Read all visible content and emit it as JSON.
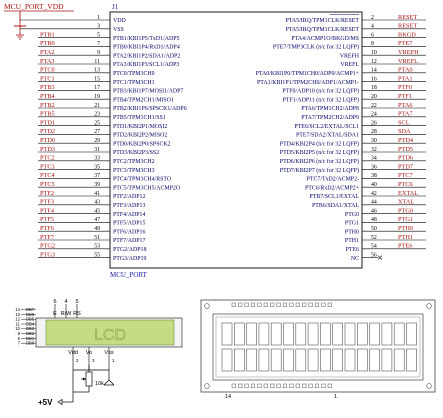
{
  "net_label_vdd": "MCU_PORT_VDD",
  "chip": {
    "ref": "J1",
    "name": "MCU_PORT",
    "left_pins": [
      {
        "net": "",
        "num": "1",
        "fn": "VDD"
      },
      {
        "net": "",
        "num": "3",
        "fn": "VSS"
      },
      {
        "net": "PTB1",
        "num": "5",
        "fn": "PTB1/KBI1P5/TxD1/ADP5"
      },
      {
        "net": "PTB0",
        "num": "7",
        "fn": "PTB0/KBI1P4/RxD1/ADP4"
      },
      {
        "net": "PTA2",
        "num": "9",
        "fn": "PTA2/KBI1P2/SDA1/ADP2"
      },
      {
        "net": "PTA3",
        "num": "11",
        "fn": "PTA3/KBI1P3/SCL1/ADP3"
      },
      {
        "net": "PTC0",
        "num": "13",
        "fn": "PTC0/TPM3CH0"
      },
      {
        "net": "PTC1",
        "num": "15",
        "fn": "PTC1/TPM3CH1"
      },
      {
        "net": "PTB3",
        "num": "17",
        "fn": "PTB3/KBI1P7/MOSI1/ADP7"
      },
      {
        "net": "PTB4",
        "num": "19",
        "fn": "PTB4/TPM2CH1/MISO1"
      },
      {
        "net": "PTB2",
        "num": "21",
        "fn": "PTB2/KBI1P6/SPSCK1/ADP6"
      },
      {
        "net": "PTB5",
        "num": "23",
        "fn": "PTB5/TPM1CH1/SS1"
      },
      {
        "net": "PTD1",
        "num": "25",
        "fn": "PTD1/KBI2P1/MOSI2"
      },
      {
        "net": "PTD2",
        "num": "27",
        "fn": "PTD2/KBI2P2/MISO2"
      },
      {
        "net": "PTD0",
        "num": "29",
        "fn": "PTD0/KBI2P0/SPSCK2"
      },
      {
        "net": "PTD3",
        "num": "31",
        "fn": "PTD3/KBI2P3/SS2"
      },
      {
        "net": "PTC2",
        "num": "33",
        "fn": "PTC2/TPM3CH2"
      },
      {
        "net": "PTC3",
        "num": "35",
        "fn": "PTC3/TPM3CH3"
      },
      {
        "net": "PTC4",
        "num": "37",
        "fn": "PTC4/TPM3CH4/RSTO"
      },
      {
        "net": "PTC5",
        "num": "39",
        "fn": "PTC5/TPM3CH5/ACMP2O"
      },
      {
        "net": "PTF2",
        "num": "41",
        "fn": "PTF2/ADP12"
      },
      {
        "net": "PTF3",
        "num": "43",
        "fn": "PTF3/ADP13"
      },
      {
        "net": "PTF4",
        "num": "45",
        "fn": "PTF4/ADP14"
      },
      {
        "net": "PTF5",
        "num": "47",
        "fn": "PTF5/ADP15"
      },
      {
        "net": "PTF6",
        "num": "49",
        "fn": "PTF6/ADP16"
      },
      {
        "net": "PTF7",
        "num": "51",
        "fn": "PTF7/ADP17"
      },
      {
        "net": "PTG2",
        "num": "53",
        "fn": "PTG2/ADP18"
      },
      {
        "net": "PTG3",
        "num": "55",
        "fn": "PTG3/ADP19"
      }
    ],
    "right_pins": [
      {
        "fn": "PTA5/IRQ/TPM1CLK/RESET",
        "num": "2",
        "net": "RESET"
      },
      {
        "fn": "PTA5/IRQ/TPM1CLK/RESET",
        "num": "4",
        "net": "RESET"
      },
      {
        "fn": "PTA4/ACMP1O/BKGD/MS",
        "num": "6",
        "net": "BKGD"
      },
      {
        "fn": "PTE7/TMP3CLK (n/c for 32 LQFP)",
        "num": "8",
        "net": "PTE7"
      },
      {
        "fn": "VREFH",
        "num": "10",
        "net": "VREFH"
      },
      {
        "fn": "VREFL",
        "num": "12",
        "net": "VREFL"
      },
      {
        "fn": "PTA0/KBI1P0/TPM1CH0/ADP0/ACMP1+",
        "num": "14",
        "net": "PTA0"
      },
      {
        "fn": "PTA1/KBI1P1/TPM2CH0/ADP1/ACMP1-",
        "num": "16",
        "net": "PTA1"
      },
      {
        "fn": "PTF0/ADP10 (n/c for 32 LQFP)",
        "num": "18",
        "net": "PTF0"
      },
      {
        "fn": "PTF1/ADP11 (n/c for 32 LQFP)",
        "num": "20",
        "net": "PTF1"
      },
      {
        "fn": "PTA6/TPM1CH2/ADP8",
        "num": "22",
        "net": "PTA6"
      },
      {
        "fn": "PTA7/TPM2CH2/ADP9",
        "num": "24",
        "net": "PTA7"
      },
      {
        "fn": "PTE6/SCL2/EXTAL/SCL1",
        "num": "26",
        "net": "SCL"
      },
      {
        "fn": "PTE7/SDA2/XTAL/SDA1",
        "num": "28",
        "net": "SDA"
      },
      {
        "fn": "PTD4/KBI2P4 (n/c for 32 LQFP)",
        "num": "30",
        "net": "PTD4"
      },
      {
        "fn": "PTD5/KBI2P5 (n/c for 32 LQFP)",
        "num": "32",
        "net": "PTD5"
      },
      {
        "fn": "PTD6/KBI2P6 (n/c for 32 LQFP)",
        "num": "34",
        "net": "PTD6"
      },
      {
        "fn": "PTD7/KBI2P7 (n/c for 32 LQFP)",
        "num": "36",
        "net": "PTD7"
      },
      {
        "fn": "PTC7/TxD2/ACMP2-",
        "num": "38",
        "net": "PTC7"
      },
      {
        "fn": "PTC6/RxD2/ACMP2+",
        "num": "40",
        "net": "PTC6"
      },
      {
        "fn": "PTB7/SCL1/EXTAL",
        "num": "42",
        "net": "EXTAL"
      },
      {
        "fn": "PTB6/SDA1/XTAL",
        "num": "44",
        "net": "XTAL"
      },
      {
        "fn": "PTG0",
        "num": "46",
        "net": "PTG0"
      },
      {
        "fn": "PTG1",
        "num": "48",
        "net": "PTG1"
      },
      {
        "fn": "PTH0",
        "num": "50",
        "net": "PTH0"
      },
      {
        "fn": "PTH1",
        "num": "52",
        "net": "PTH1"
      },
      {
        "fn": "PTE6",
        "num": "54",
        "net": "PTE6"
      },
      {
        "fn": "NC",
        "num": "56",
        "net": ""
      }
    ]
  },
  "lcd": {
    "text": "LCD",
    "top_pins": [
      "6",
      "4",
      "5"
    ],
    "top_labels": [
      "E",
      "R/W",
      "RS"
    ],
    "data_pins": [
      "DB7",
      "DB6",
      "DB5",
      "DB4",
      "DB3",
      "DB2",
      "DB1",
      "DB0"
    ],
    "data_nums": [
      "14",
      "13",
      "12",
      "11",
      "10",
      "9",
      "8",
      "7"
    ],
    "bottom_labels": [
      "Vdd",
      "Vo",
      "Vss"
    ],
    "bottom_nums": [
      "2",
      "3",
      "1"
    ],
    "pot_value": "10k",
    "supply": "+5V"
  },
  "module": {
    "left_num": "14",
    "right_num": "1"
  },
  "colors": {
    "wire": "#000000",
    "net": "#aa1111",
    "chip_text": "#000066",
    "label_blue": "#1a1aa8",
    "lcd_green": "#c6dc82",
    "lcd_text": "#6d8b3c"
  }
}
